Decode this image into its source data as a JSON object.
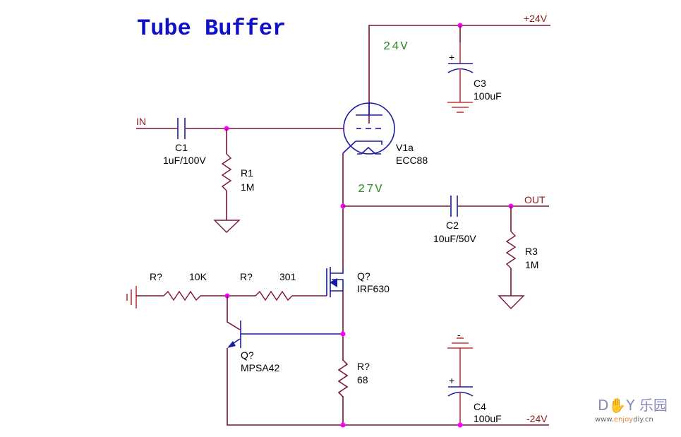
{
  "title": "Tube Buffer",
  "nets": {
    "in": "IN",
    "out": "OUT",
    "pos_supply": "+24V",
    "neg_supply": "-24V"
  },
  "voltages": {
    "plate": "24V",
    "cathode": "27V"
  },
  "components": {
    "c1": {
      "ref": "C1",
      "value": "1uF/100V"
    },
    "r1": {
      "ref": "R1",
      "value": "1M"
    },
    "v1": {
      "ref": "V1a",
      "value": "ECC88"
    },
    "c3": {
      "ref": "C3",
      "value": "100uF",
      "polarity": "+"
    },
    "c2": {
      "ref": "C2",
      "value": "10uF/50V"
    },
    "r3": {
      "ref": "R3",
      "value": "1M"
    },
    "r_left": {
      "ref": "R?",
      "value": "10K"
    },
    "r_gate": {
      "ref": "R?",
      "value": "301"
    },
    "q_mosfet": {
      "ref": "Q?",
      "value": "IRF630"
    },
    "q_bjt": {
      "ref": "Q?",
      "value": "MPSA42"
    },
    "r_sense": {
      "ref": "R?",
      "value": "68"
    },
    "c4": {
      "ref": "C4",
      "value": "100uF",
      "polarity": "+",
      "ground_mark": "-"
    }
  },
  "watermark": {
    "brand": "D✋Y 乐园",
    "url_prefix": "www.",
    "url_mid": "enjoy",
    "url_suffix": "diy.cn"
  }
}
